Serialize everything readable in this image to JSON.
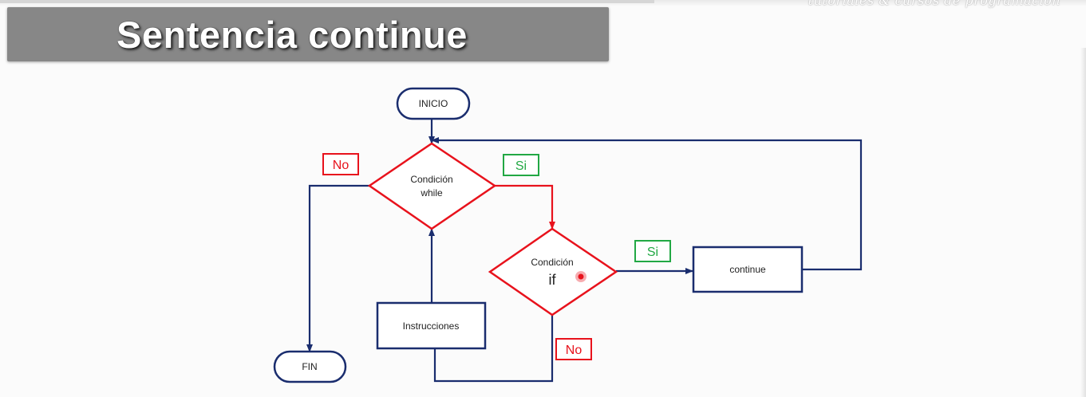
{
  "watermark": "tutoriales & cursos de programación",
  "title": "Sentencia continue",
  "colors": {
    "navy": "#1a2d6e",
    "red": "#e8121c",
    "green": "#22a844",
    "title_bg": "#878787",
    "cursor": "#e8121c"
  },
  "nodes": {
    "inicio": "INICIO",
    "fin": "FIN",
    "while_line1": "Condición",
    "while_line2": "while",
    "if_line1": "Condición",
    "if_line2": "if",
    "instrucciones": "Instrucciones",
    "continue": "continue"
  },
  "labels": {
    "while_no": "No",
    "while_si": "Si",
    "if_si": "Si",
    "if_no": "No"
  }
}
